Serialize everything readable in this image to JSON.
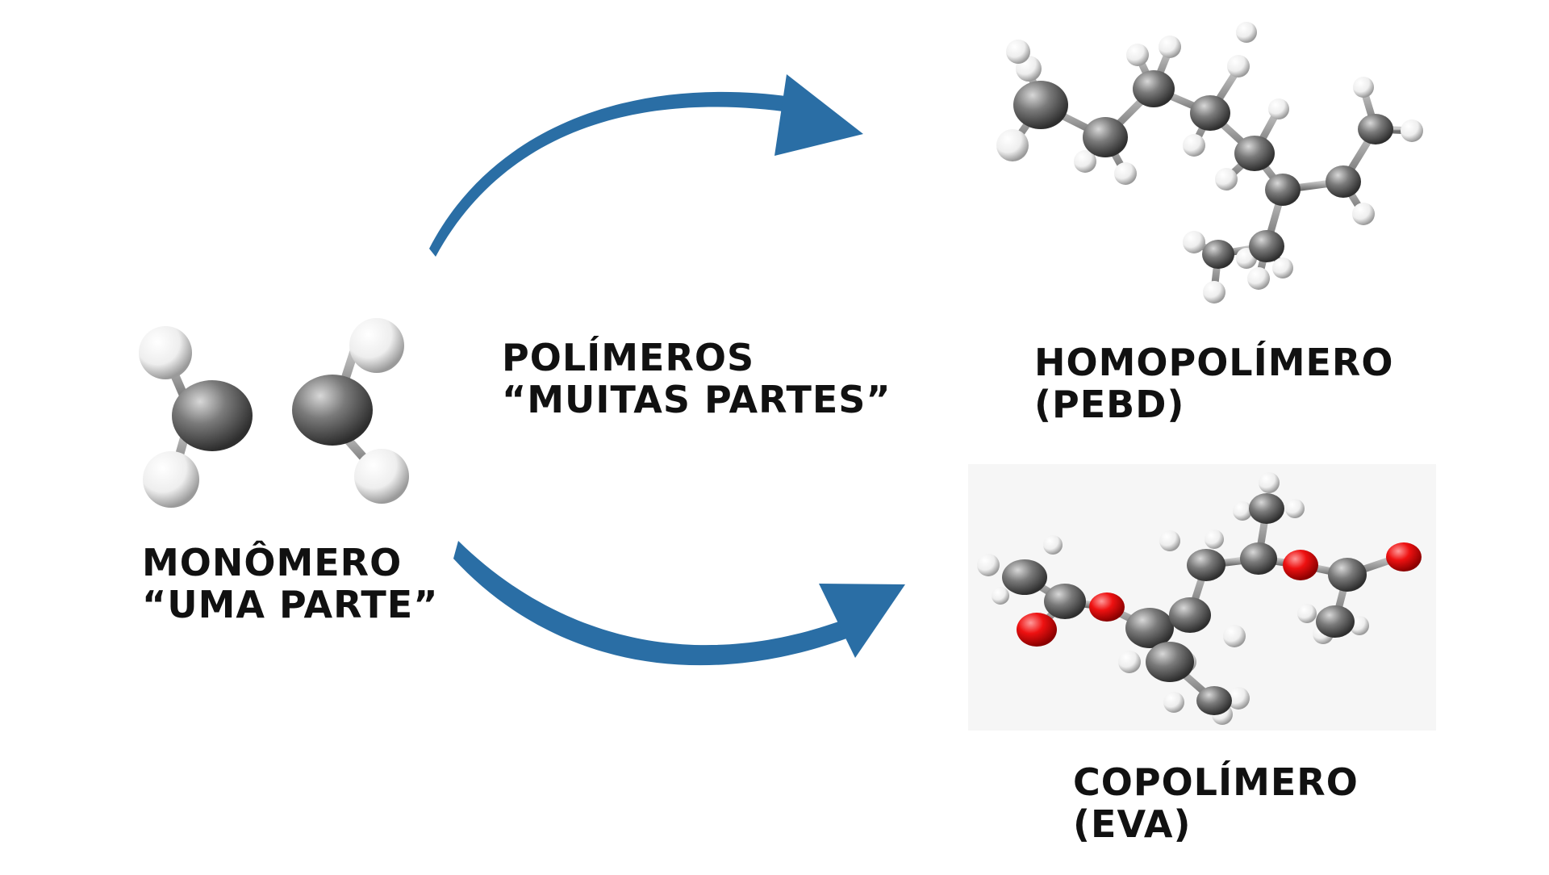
{
  "colors": {
    "arrow": "#2a6ea5",
    "carbon": "#6c6c6c",
    "hydrogen": "#f1f1f1",
    "oxygen": "#e30613",
    "text": "#111111"
  },
  "monomer": {
    "line1": "MONÔMERO",
    "line2": "“UMA PARTE”"
  },
  "polymers": {
    "line1": "POLÍMEROS",
    "line2": "“MUITAS PARTES”"
  },
  "homopolymer": {
    "line1": "HOMOPOLÍMERO",
    "line2": "(PEBD)"
  },
  "copolymer": {
    "line1": "COPOLÍMERO",
    "line2": "(EVA)"
  }
}
